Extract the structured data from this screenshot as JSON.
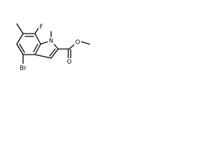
{
  "structure": {
    "colors": {
      "bonds": "#000000",
      "labels": "#000000",
      "background": "#ffffff"
    },
    "atoms": {
      "fluorine": "F",
      "nitrogen": "N",
      "ester_oxygen_single": "O",
      "ester_oxygen_double": "O",
      "bromine": "Br"
    }
  }
}
